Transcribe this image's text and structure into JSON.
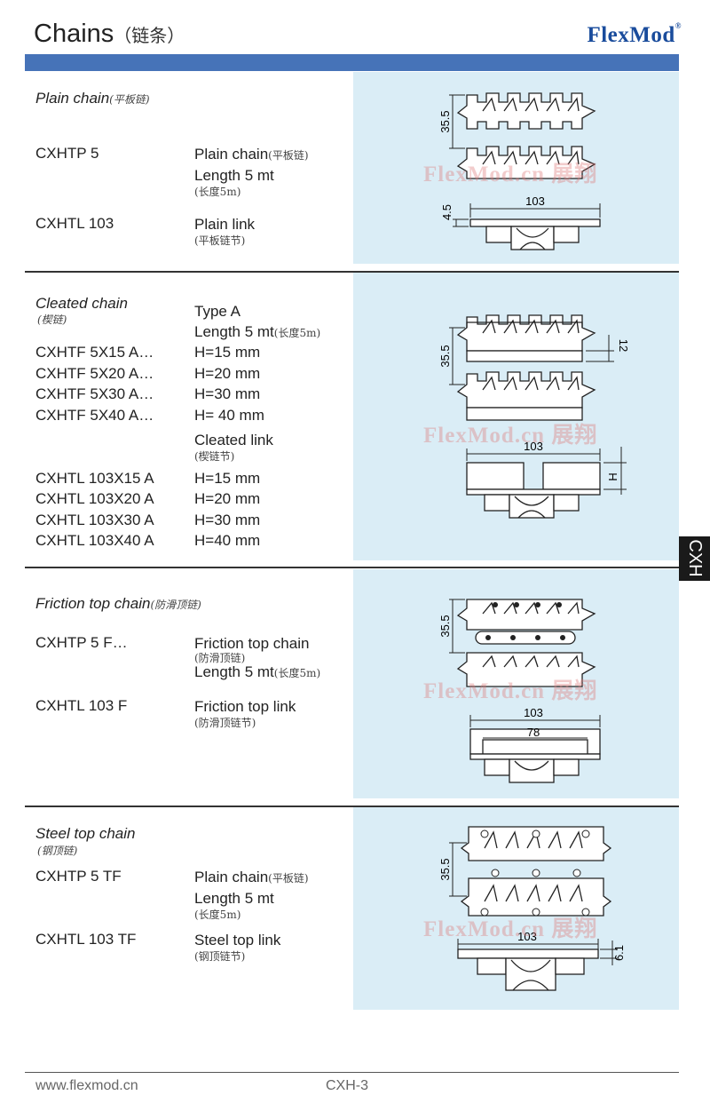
{
  "header": {
    "title": "Chains",
    "title_cn": "（链条）",
    "brand": "FlexMod",
    "brand_mark": "®"
  },
  "side_tab": "CXH",
  "watermark": "FlexMod.cn 展翔",
  "sections": {
    "plain": {
      "title": "Plain chain",
      "title_cn": "(平板链)",
      "rows": [
        {
          "code": "CXHTP 5",
          "desc1": "Plain chain",
          "desc1_cn": "(平板链)",
          "desc2": "Length 5 mt",
          "desc3_cn": "(长度5m)"
        },
        {
          "code": "CXHTL 103",
          "desc1": "Plain link",
          "desc2_cn": "(平板链节)"
        }
      ],
      "dims": {
        "pitch": "35.5",
        "thickness": "4.5",
        "width": "103"
      }
    },
    "cleated": {
      "title": "Cleated chain",
      "title_cn": "(楔链)",
      "type": "Type A",
      "length": "Length 5 mt",
      "length_cn": "(长度5m)",
      "chain_rows": [
        {
          "code": "CXHTF 5X15 A…",
          "h": "H=15 mm"
        },
        {
          "code": "CXHTF 5X20 A…",
          "h": "H=20 mm"
        },
        {
          "code": "CXHTF 5X30 A…",
          "h": "H=30 mm"
        },
        {
          "code": "CXHTF 5X40 A…",
          "h": "H= 40 mm"
        }
      ],
      "link_label": "Cleated link",
      "link_label_cn": "(楔链节)",
      "link_rows": [
        {
          "code": "CXHTL 103X15 A",
          "h": "H=15 mm"
        },
        {
          "code": "CXHTL 103X20 A",
          "h": "H=20 mm"
        },
        {
          "code": "CXHTL 103X30 A",
          "h": "H=30 mm"
        },
        {
          "code": "CXHTL 103X40 A",
          "h": "H=40 mm"
        }
      ],
      "dims": {
        "pitch": "35.5",
        "cleat": "12",
        "width": "103",
        "height": "H"
      }
    },
    "friction": {
      "title": "Friction top chain",
      "title_cn": "(防滑顶链)",
      "rows": [
        {
          "code": "CXHTP 5 F…",
          "desc1": "Friction top chain",
          "desc1_cn": "(防滑顶链)",
          "desc2": "Length 5 mt",
          "desc2_cn": "(长度5m)"
        },
        {
          "code": "CXHTL 103 F",
          "desc1": "Friction top link",
          "desc1_cn": "(防滑顶链节)"
        }
      ],
      "dims": {
        "pitch": "35.5",
        "width": "103",
        "inner": "78"
      }
    },
    "steel": {
      "title": "Steel top chain",
      "title_cn": "(钢顶链)",
      "rows": [
        {
          "code": "CXHTP 5 TF",
          "desc1": "Plain chain",
          "desc1_cn": "(平板链)",
          "desc2": "Length 5 mt",
          "desc3_cn": "(长度5m)"
        },
        {
          "code": "CXHTL 103 TF",
          "desc1": "Steel top link",
          "desc1_cn": "(钢顶链节)"
        }
      ],
      "dims": {
        "pitch": "35.5",
        "width": "103",
        "thickness": "6.1"
      }
    }
  },
  "footer": {
    "url": "www.flexmod.cn",
    "page": "CXH-3"
  }
}
